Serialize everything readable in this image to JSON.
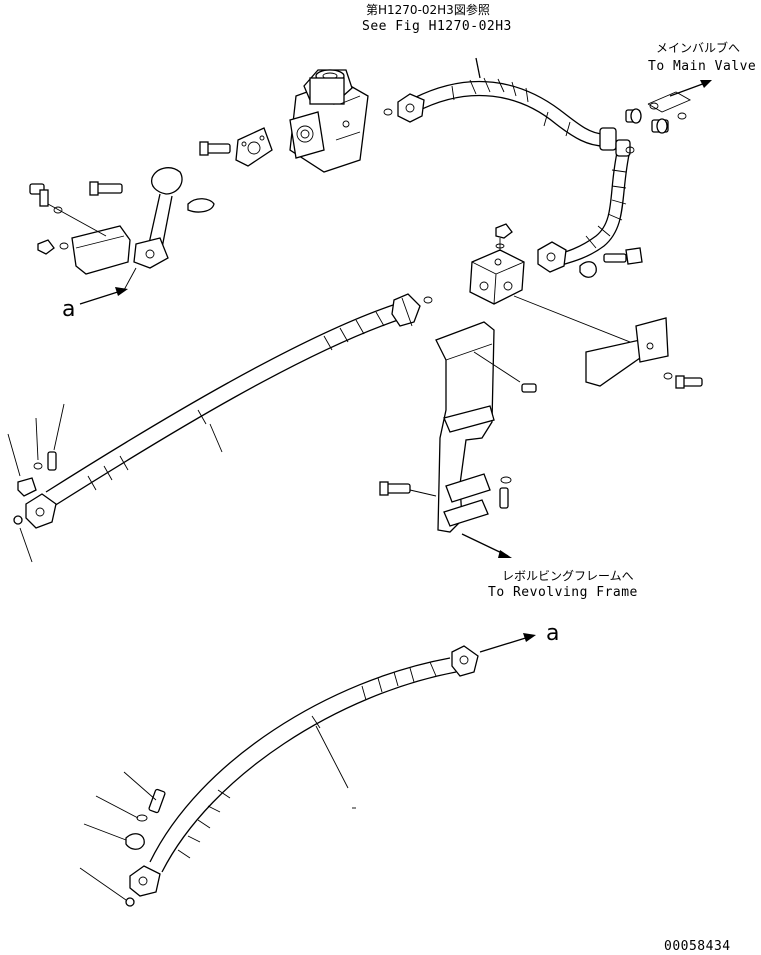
{
  "labels": {
    "ref_fig_jp": "第H1270-02H3図参照",
    "ref_fig_en": "See Fig H1270-02H3",
    "main_valve_jp": "メインバルブへ",
    "main_valve_en": "To Main Valve",
    "revolving_frame_jp": "レボルビングフレームへ",
    "revolving_frame_en": "To Revolving Frame",
    "marker_a_upper": "a",
    "marker_a_lower": "a",
    "drawing_number": "00058434"
  }
}
